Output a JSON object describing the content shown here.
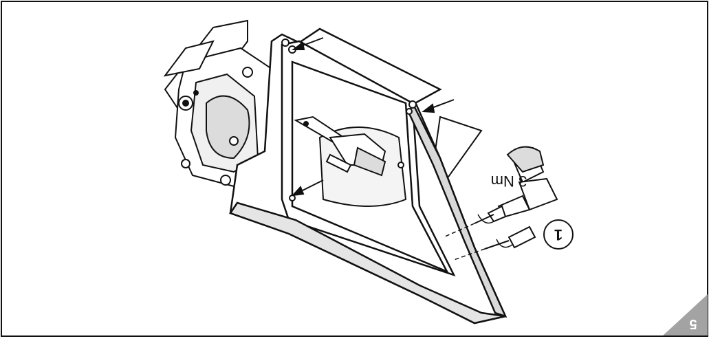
{
  "figure": {
    "torque_label": "3 Nm",
    "step_label": "1",
    "page_label": "5",
    "colors": {
      "line": "#111111",
      "shade": "#bfbfbf",
      "page_tab": "#a3a3a3"
    },
    "icons": [
      "arrow-icon",
      "screwdriver-icon",
      "cordless-drill-icon",
      "rotation-arrow-icon"
    ]
  }
}
